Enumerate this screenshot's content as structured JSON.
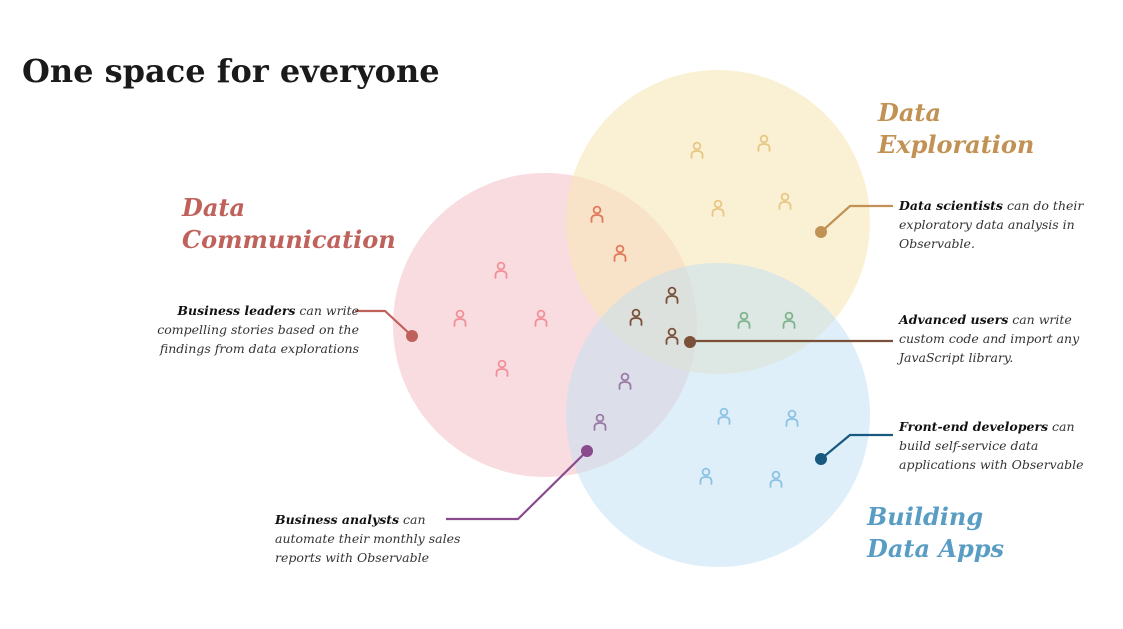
{
  "title": "One space for everyone",
  "colors": {
    "communication_fill": "#f4c2c8",
    "exploration_fill": "#f7e7b6",
    "apps_fill": "#bfe0f3",
    "communication_text": "#c0625c",
    "exploration_text": "#c29254",
    "apps_text": "#5a9dc4",
    "leaders": "#c0625c",
    "scientists": "#c29254",
    "advanced": "#7a5038",
    "frontend": "#17597f",
    "analysts": "#8a4a8e"
  },
  "sets": {
    "communication": {
      "line1": "Data",
      "line2": "Communication"
    },
    "exploration": {
      "line1": "Data",
      "line2": "Exploration"
    },
    "apps": {
      "line1": "Building",
      "line2": "Data Apps"
    }
  },
  "annotations": {
    "leaders": {
      "lines": [
        {
          "bold": "Business leaders",
          "text": " can write"
        },
        {
          "bold": "",
          "text": "compelling stories based on the"
        },
        {
          "bold": "",
          "text": "findings from data explorations"
        }
      ]
    },
    "scientists": {
      "lines": [
        {
          "bold": "Data scientists",
          "text": " can do their"
        },
        {
          "bold": "",
          "text": "exploratory data analysis in"
        },
        {
          "bold": "",
          "text": "Observable."
        }
      ]
    },
    "advanced": {
      "lines": [
        {
          "bold": "Advanced users",
          "text": " can write"
        },
        {
          "bold": "",
          "text": "custom code and import any"
        },
        {
          "bold": "",
          "text": "JavaScript library."
        }
      ]
    },
    "frontend": {
      "lines": [
        {
          "bold": "Front-end developers",
          "text": " can"
        },
        {
          "bold": "",
          "text": "build self-service data"
        },
        {
          "bold": "",
          "text": "applications with Observable"
        }
      ]
    },
    "analysts": {
      "lines": [
        {
          "bold": "Business analysts",
          "text": " can"
        },
        {
          "bold": "",
          "text": "automate their monthly sales"
        },
        {
          "bold": "",
          "text": "reports with Observable"
        }
      ]
    }
  },
  "people": {
    "communication": {
      "icon": "person-icon",
      "color": "#f0909a"
    },
    "exploration": {
      "icon": "person-icon",
      "color": "#e8c784"
    },
    "apps": {
      "icon": "person-icon",
      "color": "#8cc3e2"
    },
    "comm_explore": {
      "icon": "person-icon",
      "color": "#e07a5a"
    },
    "explore_apps": {
      "icon": "person-icon",
      "color": "#7fb38e"
    },
    "comm_apps": {
      "icon": "person-icon",
      "color": "#9a7aa4"
    },
    "center": {
      "icon": "person-icon",
      "color": "#7a5038"
    }
  }
}
